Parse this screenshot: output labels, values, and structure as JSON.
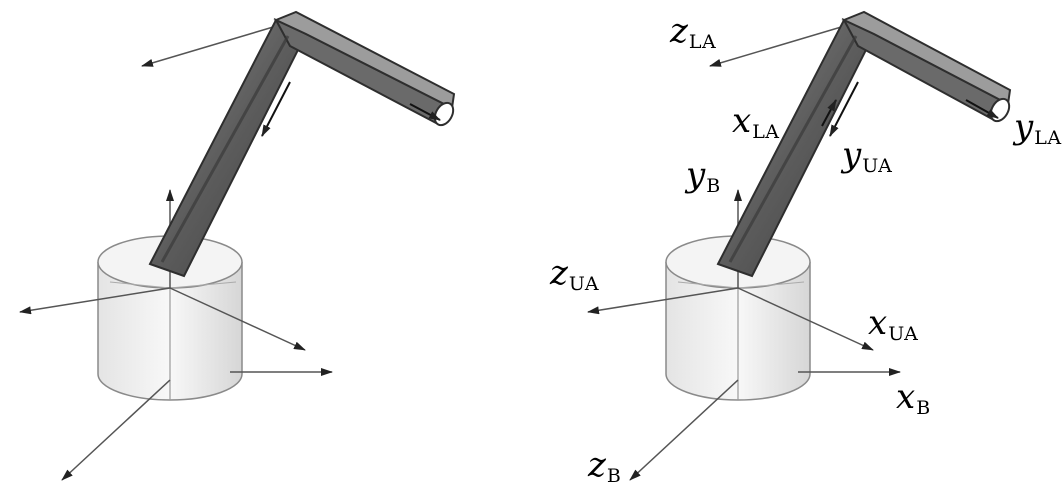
{
  "colors": {
    "background": "#ffffff",
    "axis": "#555555",
    "arrowhead": "#222222",
    "arm_dark": "#4a4a4a",
    "arm_mid": "#6e6e6e",
    "arm_light": "#9a9a9a",
    "cylinder_fill": "#f0f0f0",
    "cylinder_stroke": "#888888"
  },
  "labels": {
    "z_la": {
      "main": "z",
      "sub": "LA"
    },
    "x_la": {
      "main": "x",
      "sub": "LA"
    },
    "y_la": {
      "main": "y",
      "sub": "LA"
    },
    "y_ua": {
      "main": "y",
      "sub": "UA"
    },
    "y_b": {
      "main": "y",
      "sub": "B"
    },
    "z_ua": {
      "main": "z",
      "sub": "UA"
    },
    "x_ua": {
      "main": "x",
      "sub": "UA"
    },
    "x_b": {
      "main": "x",
      "sub": "B"
    },
    "z_b": {
      "main": "z",
      "sub": "B"
    }
  }
}
